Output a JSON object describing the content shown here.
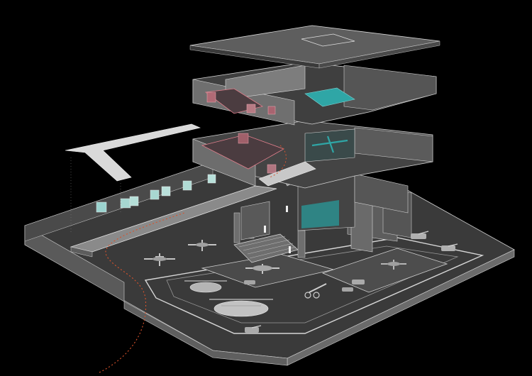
{
  "diagram": {
    "type": "exploded-axonometric-building-section",
    "background": "#000000",
    "colors": {
      "floor_dark": "#3c3c3c",
      "floor_mid": "#555555",
      "floor_light": "#6a6a6a",
      "wall_light": "#7a7a7a",
      "wall_dark": "#2f2f2f",
      "roof": "#5e5e5e",
      "outline": "#cfcfcf",
      "ramp": "#d9d9d9",
      "accent_teal": "#2fa6a6",
      "accent_pink": "#e07f8c",
      "red_dotted": "#d9532c",
      "vehicle": "#bdbdbd"
    },
    "levels": [
      {
        "id": "roof"
      },
      {
        "id": "level-3-galleries"
      },
      {
        "id": "level-2-galleries"
      },
      {
        "id": "level-1-atrium"
      },
      {
        "id": "ground-exhibition-hall"
      }
    ],
    "icons": [
      "aircraft-icon",
      "helicopter-icon",
      "tank-icon",
      "artillery-icon",
      "human-figure-icon",
      "staircase-icon"
    ],
    "text_labels": []
  }
}
